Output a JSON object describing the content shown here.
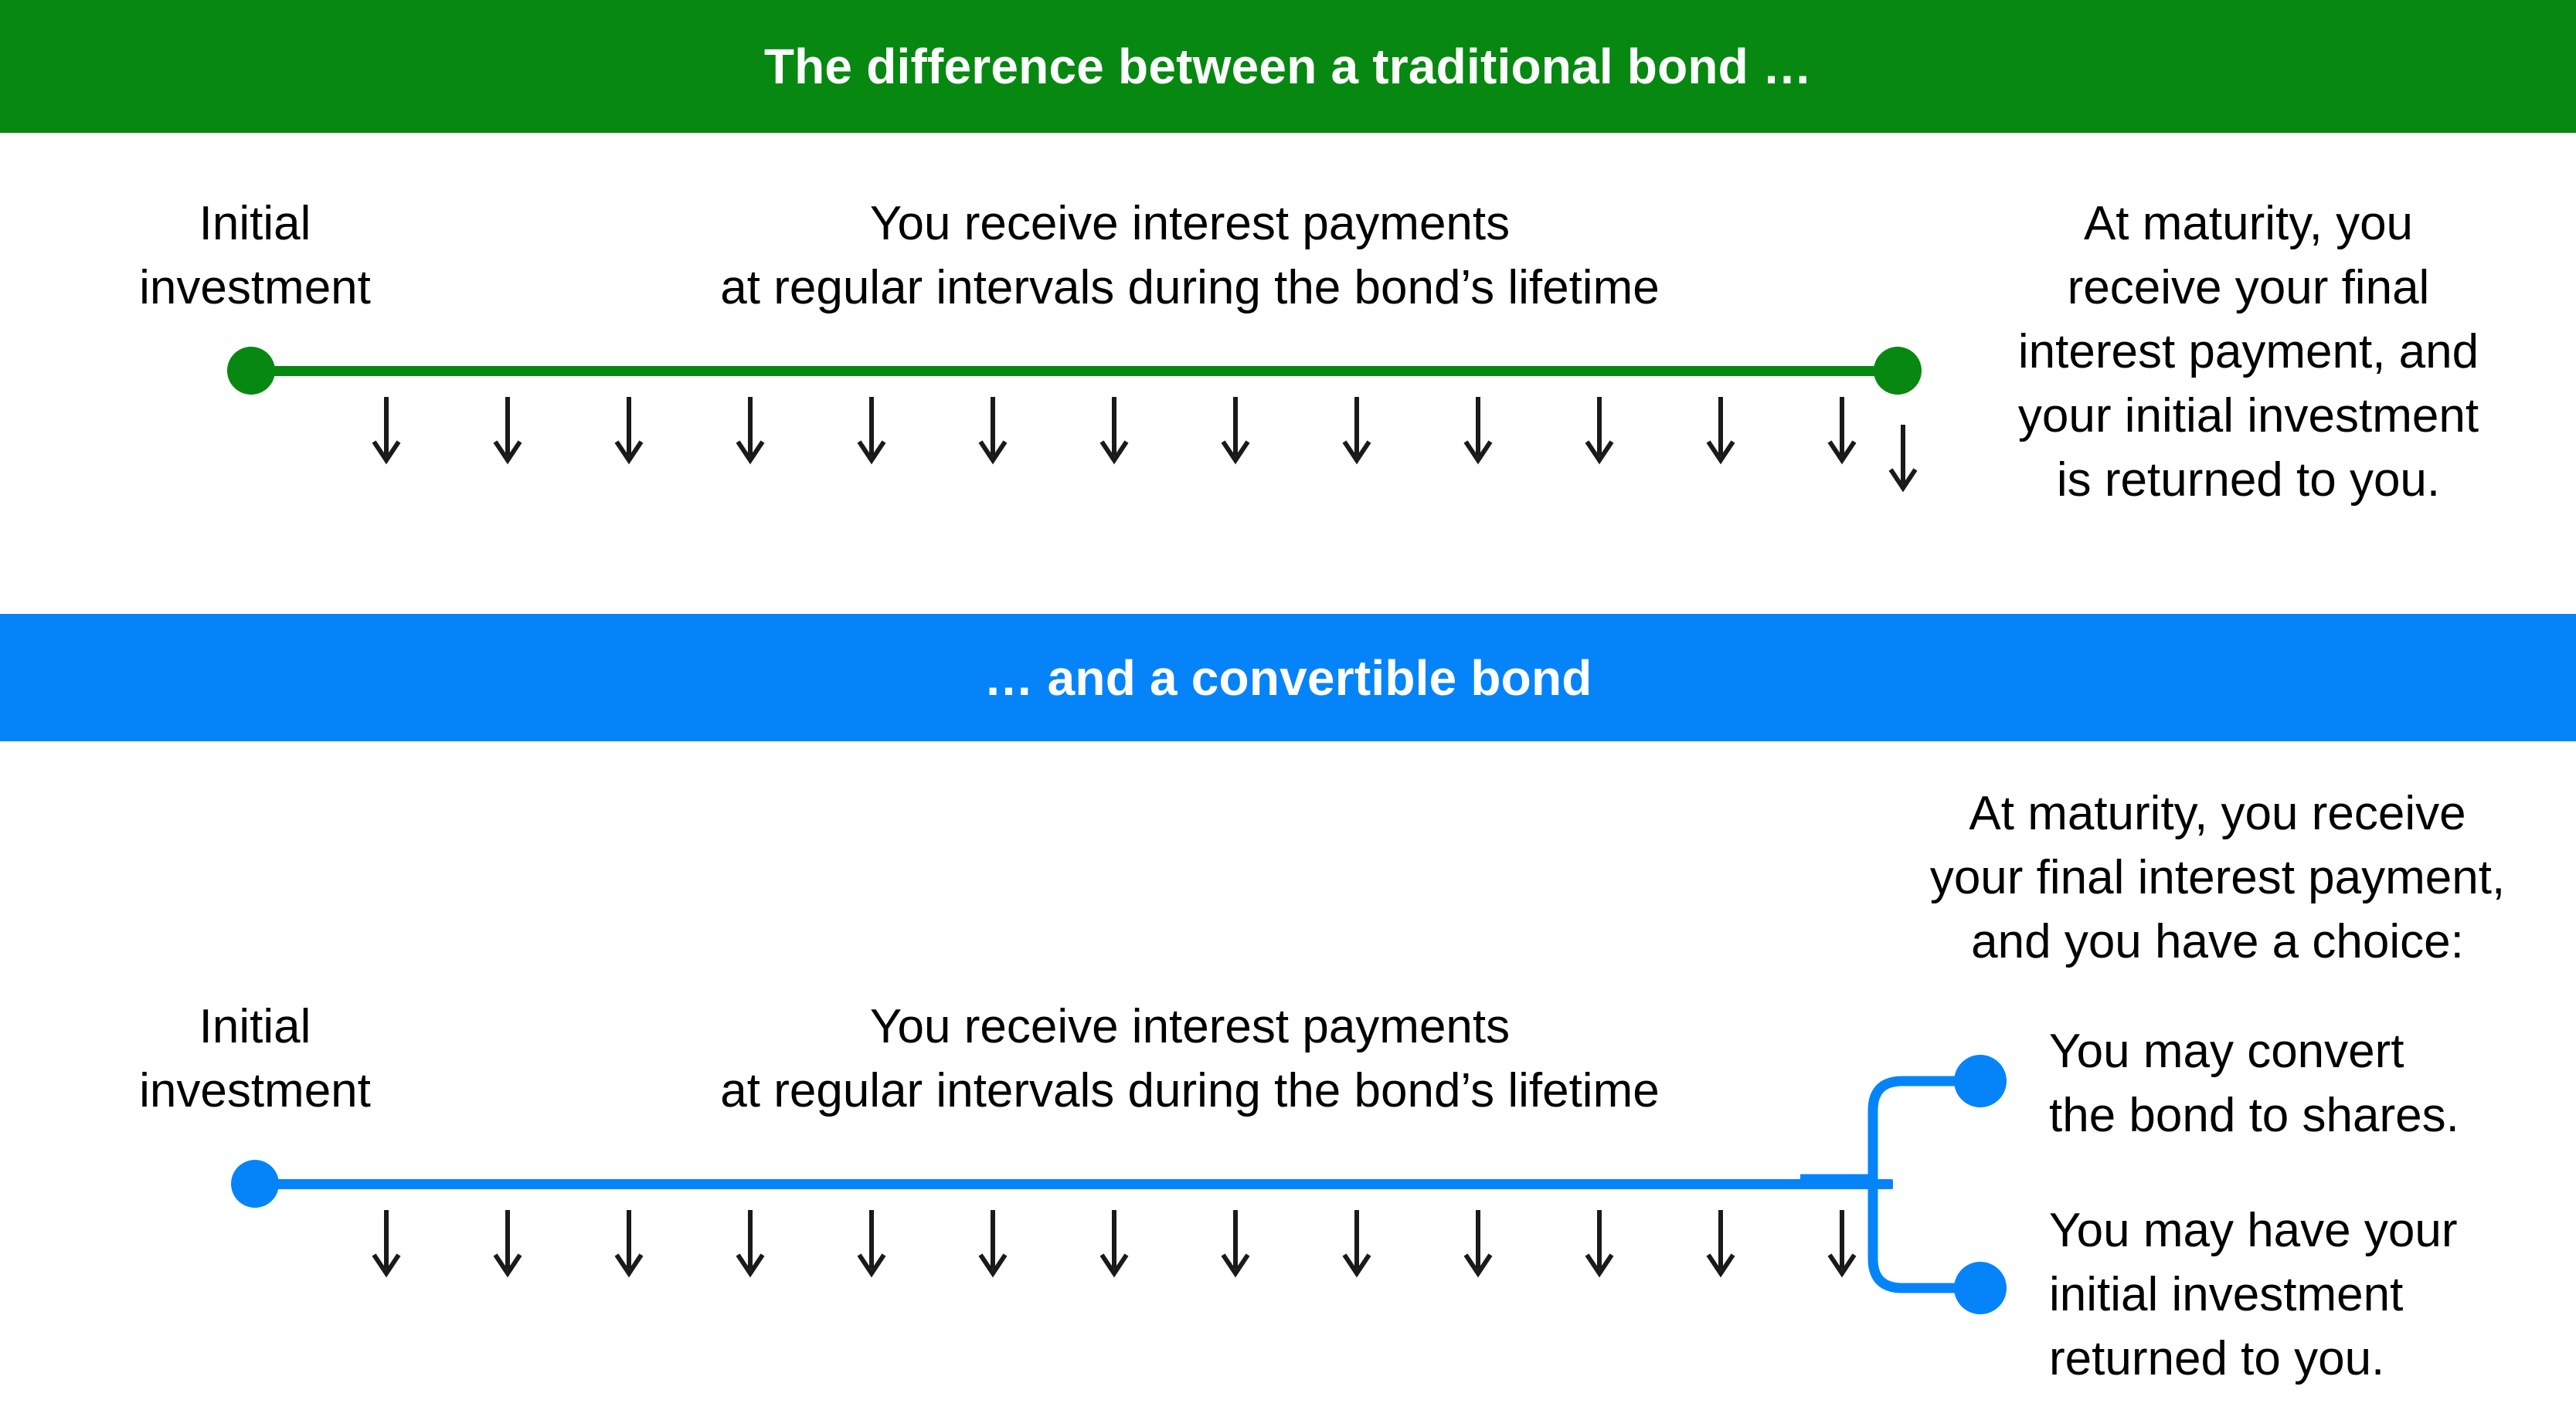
{
  "colors": {
    "green": "#068811",
    "blue": "#0584fa",
    "text": "#000000",
    "band_text": "#ffffff",
    "arrow": "#1a1a1a",
    "background": "#ffffff"
  },
  "sections": [
    {
      "id": "traditional-bond",
      "band": {
        "title": "The difference between a traditional bond …",
        "color": "#068811"
      },
      "timeline": {
        "accent_color": "#068811",
        "start_label": "Initial\ninvestment",
        "middle_label": "You receive interest payments\nat regular intervals during the bond’s lifetime",
        "end_label": "At maturity, you\nreceive your final\ninterest payment, and\nyour initial investment\nis returned to you.",
        "interest_arrow_count": 13,
        "final_arrow_count": 1,
        "start_dot": true,
        "end_dot": true
      }
    },
    {
      "id": "convertible-bond",
      "band": {
        "title": "… and a convertible bond",
        "color": "#0584fa"
      },
      "timeline": {
        "accent_color": "#0584fa",
        "start_label": "Initial\ninvestment",
        "middle_label": "You receive interest payments\nat regular intervals during the bond’s lifetime",
        "maturity_label": "At maturity, you receive\nyour final interest payment,\nand you have a choice:",
        "interest_arrow_count": 13,
        "start_dot": true,
        "branches": [
          {
            "label": "You may convert\nthe bond to shares."
          },
          {
            "label": "You may have your\ninitial investment\nreturned to you."
          }
        ]
      }
    }
  ],
  "icons": {
    "payment_arrow": "down-arrow-icon"
  }
}
